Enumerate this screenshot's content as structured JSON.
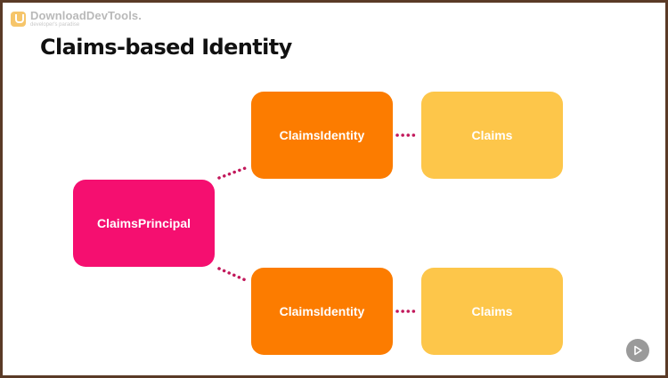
{
  "watermark": {
    "title": "DownloadDevTools.",
    "tagline": "developer's paradise"
  },
  "slide": {
    "title": "Claims-based Identity"
  },
  "diagram": {
    "nodes": {
      "principal": "ClaimsPrincipal",
      "identity_top": "ClaimsIdentity",
      "identity_bottom": "ClaimsIdentity",
      "claims_top": "Claims",
      "claims_bottom": "Claims"
    },
    "colors": {
      "principal": "#f50f70",
      "identity": "#fc7c00",
      "claims": "#fdc64a",
      "connector": "#c2185b"
    }
  },
  "icons": {
    "play": "play-icon",
    "logo": "download-logo-icon"
  }
}
